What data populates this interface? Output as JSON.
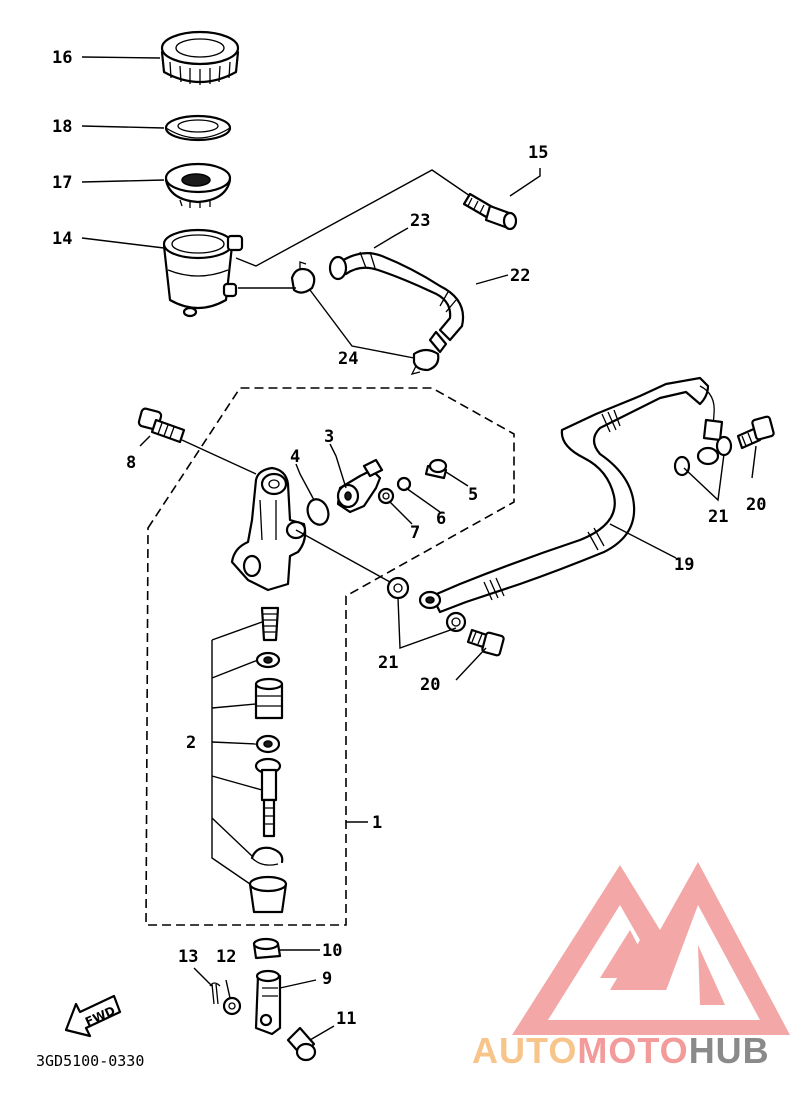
{
  "diagram": {
    "code": "3GD5100-0330",
    "fwd_label": "FWD",
    "callouts": {
      "c1": "1",
      "c2": "2",
      "c3": "3",
      "c4": "4",
      "c5": "5",
      "c6": "6",
      "c7": "7",
      "c8": "8",
      "c9": "9",
      "c10": "10",
      "c11": "11",
      "c12": "12",
      "c13": "13",
      "c14": "14",
      "c15": "15",
      "c16": "16",
      "c17": "17",
      "c18": "18",
      "c19": "19",
      "c20a": "20",
      "c20b": "20",
      "c21a": "21",
      "c21b": "21",
      "c22": "22",
      "c23": "23",
      "c24": "24"
    }
  },
  "watermark": {
    "part1": "AUTO",
    "part2": "MOTO",
    "part3": "HUB",
    "colors": {
      "auto": "#f7c48a",
      "moto": "#f39a9a",
      "hub": "#8a8a8a",
      "logo": "#f08a8a"
    }
  }
}
